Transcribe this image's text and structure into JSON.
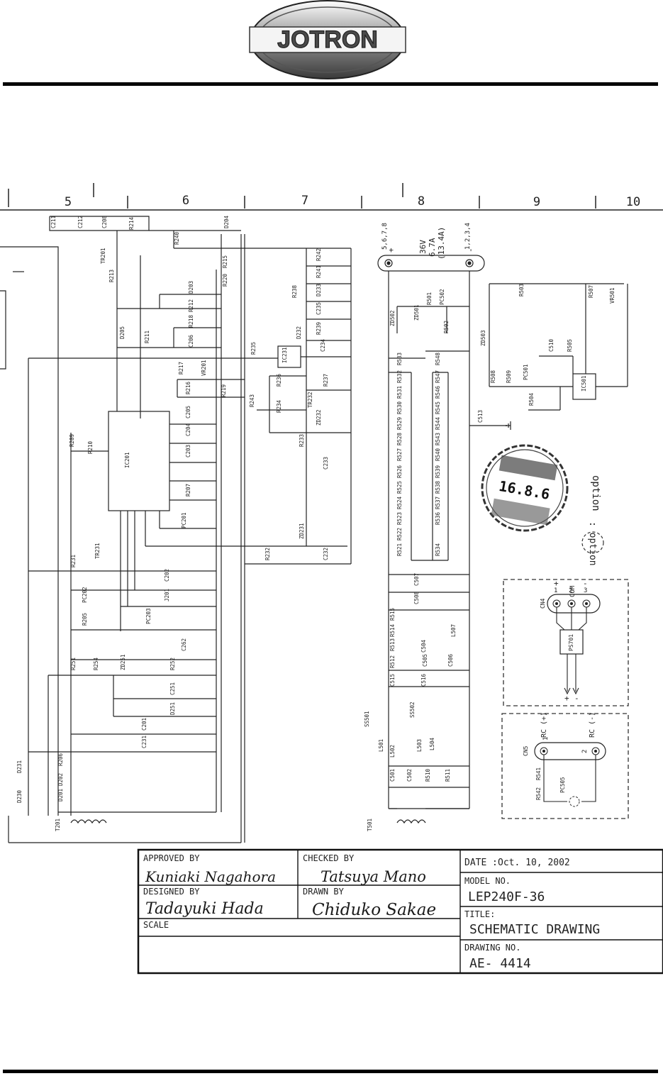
{
  "logo": {
    "text": "JOTRON"
  },
  "grid": {
    "columns": [
      "5",
      "6",
      "7",
      "8",
      "9",
      "10"
    ]
  },
  "power": {
    "pins_plus": "5,6,7,8",
    "pins_minus": "1,2,3,4",
    "voltage": "36V",
    "current": "6.7A",
    "current_peak": "(13.4A)",
    "plus": "+",
    "minus": "-"
  },
  "option": {
    "text": "option",
    "marker": ": option"
  },
  "stamp": {
    "date": "16.8.6"
  },
  "parts": [
    "C211",
    "C212",
    "C208",
    "R214",
    "R240",
    "D204",
    "TR201",
    "R213",
    "R215",
    "R220",
    "R242",
    "R241",
    "D233",
    "R238",
    "C235",
    "D203",
    "R212",
    "R218",
    "C206",
    "D205",
    "R211",
    "D232",
    "R239",
    "C234",
    "IC231",
    "R235",
    "R217",
    "VR201",
    "R216",
    "R219",
    "R236",
    "R237",
    "TR232",
    "R234",
    "ZD232",
    "R243",
    "C205",
    "C204",
    "R209",
    "R210",
    "IC201",
    "C203",
    "R207",
    "PC201",
    "R233",
    "C233",
    "ZD231",
    "R232",
    "C232",
    "R231",
    "TR231",
    "PC202",
    "C202",
    "J201",
    "R205",
    "PC203",
    "C262",
    "R251",
    "R254",
    "ZD251",
    "R252",
    "C251",
    "D251",
    "C201",
    "C231",
    "R206",
    "D231",
    "D230",
    "D202",
    "D201",
    "T201",
    "R501",
    "PC502",
    "ZD502",
    "ZD501",
    "R502",
    "R503",
    "R507",
    "VR501",
    "ZD503",
    "R533",
    "R532",
    "R531",
    "R530",
    "R529",
    "R528",
    "R527",
    "R526",
    "R525",
    "R524",
    "R523",
    "R522",
    "R521",
    "R548",
    "R547",
    "R546",
    "R545",
    "R544",
    "R543",
    "R540",
    "R539",
    "R538",
    "R537",
    "R536",
    "R534",
    "C513",
    "R505",
    "C510",
    "R508",
    "R509",
    "PC501",
    "R504",
    "IC501",
    "R515",
    "R514",
    "R513",
    "R512",
    "C506",
    "C505",
    "C504",
    "L507",
    "C507",
    "C508",
    "C515",
    "C516",
    "SS501",
    "SS502",
    "L501",
    "L502",
    "L503",
    "L504",
    "C501",
    "C502",
    "R510",
    "R511",
    "T501",
    "R541",
    "R542",
    "PC505",
    "PS701"
  ],
  "connectors": {
    "cn4": {
      "ref": "CN4",
      "pins": [
        "1",
        "2",
        "3"
      ],
      "plus": "+",
      "com": "COM",
      "minus": "-"
    },
    "cn5": {
      "ref": "CN5",
      "pins": [
        "1",
        "2"
      ],
      "rc_plus": "RC (+)",
      "rc_minus": "RC (-)"
    }
  },
  "title_block": {
    "approved_by_label": "APPROVED BY",
    "approved_by": "Kuniaki Nagahora",
    "checked_by_label": "CHECKED BY",
    "checked_by": "Tatsuya Mano",
    "designed_by_label": "DESIGNED BY",
    "designed_by": "Tadayuki Hada",
    "drawn_by_label": "DRAWN BY",
    "drawn_by": "Chiduko Sakae",
    "scale_label": "SCALE",
    "date_label": "DATE",
    "date": "Oct. 10, 2002",
    "model_label": "MODEL NO.",
    "model": "LEP240F-36",
    "title_label": "TITLE:",
    "title": "SCHEMATIC DRAWING",
    "drawing_label": "DRAWING NO.",
    "drawing_no": "AE- 4414"
  }
}
